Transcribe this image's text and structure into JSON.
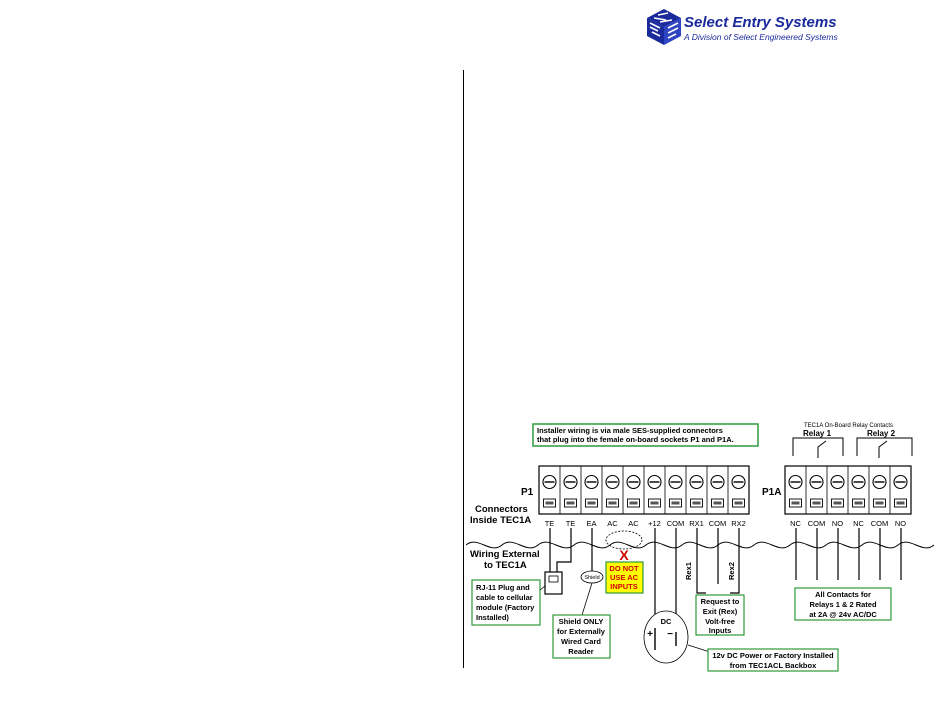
{
  "logo": {
    "company": "Select Entry Systems",
    "tagline": "A Division of Select Engineered Systems",
    "accent": "#1a2a9c"
  },
  "diagram": {
    "installer_note_line1": "Installer wiring is via male SES-supplied connectors",
    "installer_note_line2": "that plug into the female on-board sockets P1 and P1A.",
    "relay_header": "TEC1A On-Board Relay Contacts",
    "relay1": "Relay 1",
    "relay2": "Relay 2",
    "p1": "P1",
    "p1a": "P1A",
    "connectors_line1": "Connectors",
    "connectors_line2": "Inside TEC1A",
    "wiring_line1": "Wiring External",
    "wiring_line2": "to TEC1A",
    "p1_terminals": [
      "TE",
      "TE",
      "EA",
      "AC",
      "AC",
      "+12",
      "COM",
      "RX1",
      "COM",
      "RX2"
    ],
    "p1a_terminals": [
      "NC",
      "COM",
      "NO",
      "NC",
      "COM",
      "NO"
    ],
    "shield_tag": "Shield",
    "x_mark": "X",
    "warn_line1": "DO NOT",
    "warn_line2": "USE AC",
    "warn_line3": "INPUTS",
    "rex1": "Rex1",
    "rex2": "Rex2",
    "rj11_line1": "RJ-11 Plug and",
    "rj11_line2": "cable to cellular",
    "rj11_line3": "module (Factory",
    "rj11_line4": "Installed)",
    "shield_line1": "Shield ONLY",
    "shield_line2": "for Externally",
    "shield_line3": "Wired Card",
    "shield_line4": "Reader",
    "dc_label": "DC",
    "plus": "+",
    "minus": "−",
    "rex_line1": "Request to",
    "rex_line2": "Exit (Rex)",
    "rex_line3": "Volt-free",
    "rex_line4": "Inputs",
    "contacts_line1": "All Contacts for",
    "contacts_line2": "Relays 1 & 2 Rated",
    "contacts_line3": "at 2A @ 24v AC/DC",
    "power_line1": "12v DC Power or Factory Installed",
    "power_line2": "from TEC1ACL Backbox",
    "colors": {
      "note_border": "#2e9a3a",
      "warn_fill": "#ffff00",
      "warn_text": "#d40000",
      "x_mark": "#d40000"
    }
  }
}
